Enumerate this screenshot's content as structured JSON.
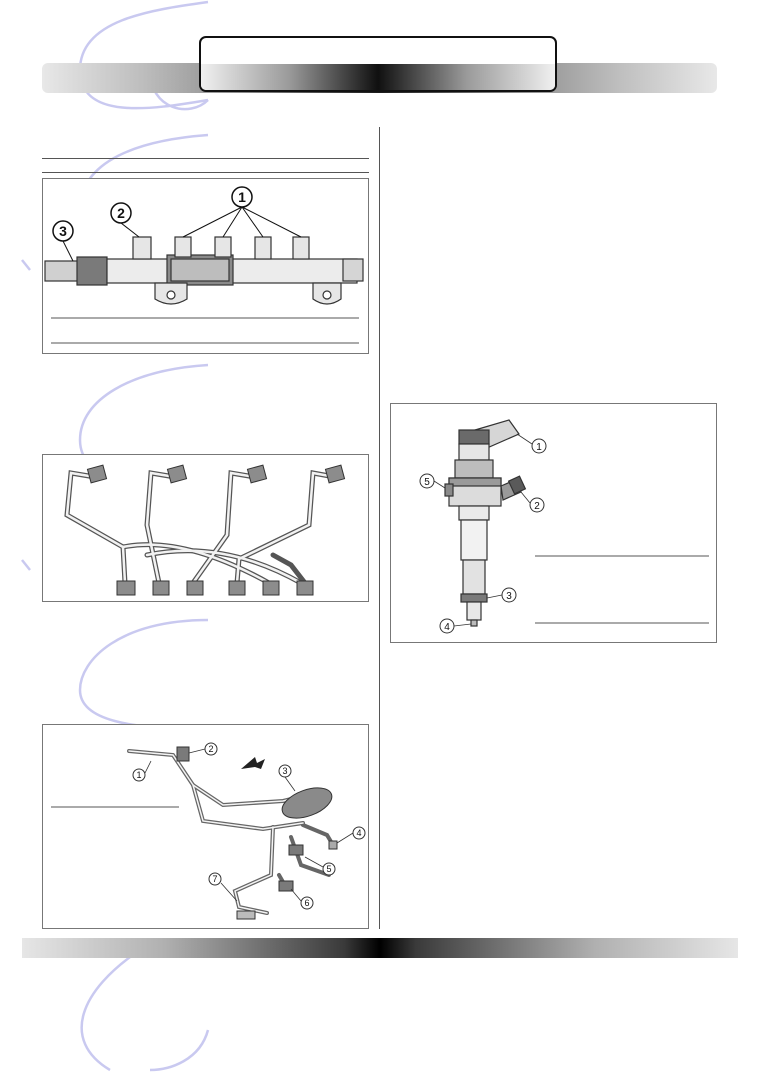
{
  "header": {
    "title": ""
  },
  "fig_rail": {
    "callouts": [
      "1",
      "2",
      "3"
    ]
  },
  "fig_pipes": {},
  "fig_harness": {
    "callouts": [
      "1",
      "2",
      "3",
      "4",
      "5",
      "6",
      "7"
    ]
  },
  "fig_injector": {
    "callouts": [
      "1",
      "2",
      "3",
      "4",
      "5"
    ]
  },
  "colors": {
    "line": "#555555",
    "bar_dark": "#000000",
    "watermark": "#c9c9f0"
  }
}
